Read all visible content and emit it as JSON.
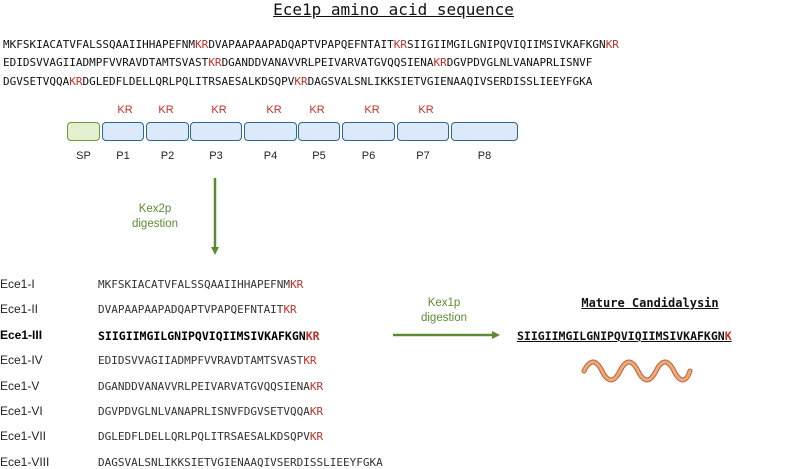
{
  "title": "Ece1p amino acid sequence",
  "sequence_lines": [
    {
      "parts": [
        {
          "t": "MKFSKIACATVFALSSQAAIIHHAPEFNM",
          "k": false
        },
        {
          "t": "KR",
          "k": true
        },
        {
          "t": "DVAPAAPAAPADQAPTVPAPQEFNTAIT",
          "k": false
        },
        {
          "t": "KR",
          "k": true
        },
        {
          "t": "SIIGIIMGILGNIPQVIQIIMSIVKAFKGN",
          "k": false
        },
        {
          "t": "KR",
          "k": true
        }
      ]
    },
    {
      "parts": [
        {
          "t": "EDIDSVVAGIIADMPFVVRAVDTAMTSVAST",
          "k": false
        },
        {
          "t": "KR",
          "k": true
        },
        {
          "t": "DGANDDVANAVVRLPEIVARVATGVQQSIENA",
          "k": false
        },
        {
          "t": "KR",
          "k": true
        },
        {
          "t": "DGVPDVGLNLVANAPRLISNVF",
          "k": false
        }
      ]
    },
    {
      "parts": [
        {
          "t": "DGVSETVQQA",
          "k": false
        },
        {
          "t": "KR",
          "k": true
        },
        {
          "t": "DGLEDFLDELLQRLPQLITRSAESALKDSQPV",
          "k": false
        },
        {
          "t": "KR",
          "k": true
        },
        {
          "t": "DAGSVALSNLIKKSIETVGIENAAQIVSERDISSLIEEYFGKA",
          "k": false
        }
      ]
    }
  ],
  "domain_map": {
    "segments": [
      "SP",
      "P1",
      "P2",
      "P3",
      "P4",
      "P5",
      "P6",
      "P7",
      "P8"
    ],
    "cleavage_label": "KR"
  },
  "enzymes": {
    "kex2": [
      "Kex2p",
      "digestion"
    ],
    "kex1": [
      "Kex1p",
      "digestion"
    ]
  },
  "peptides": [
    {
      "name": "Ece1-I",
      "seq": "MKFSKIACATVFALSSQAAIIHHAPEFNM",
      "kr": "KR",
      "bold": false
    },
    {
      "name": "Ece1-II",
      "seq": "DVAPAAPAAPADQAPTVPAPQEFNTAIT",
      "kr": "KR",
      "bold": false
    },
    {
      "name": "Ece1-III",
      "seq": "SIIGIIMGILGNIPQVIQIIMSIVKAFKGN",
      "kr": "KR",
      "bold": true
    },
    {
      "name": "Ece1-IV",
      "seq": "EDIDSVVAGIIADMPFVVRAVDTAMTSVAST",
      "kr": "KR",
      "bold": false
    },
    {
      "name": "Ece1-V",
      "seq": "DGANDDVANAVVRLPEIVARVATGVQQSIENA",
      "kr": "KR",
      "bold": false
    },
    {
      "name": "Ece1-VI",
      "seq": "DGVPDVGLNLVANAPRLISNVFDGVSETVQQA",
      "kr": "KR",
      "bold": false
    },
    {
      "name": "Ece1-VII",
      "seq": "DGLEDFLDELLQRLPQLITRSAESALKDSQPV",
      "kr": "KR",
      "bold": false
    },
    {
      "name": "Ece1-VIII",
      "seq": "DAGSVALSNLIKKSIETVGIENAAQIVSERDISSLIEEYFGKA",
      "kr": "",
      "bold": false
    }
  ],
  "mature": {
    "title": "Mature Candidalysin",
    "seq": "SIIGIIMGILGNIPQVIQIIMSIVKAFKGN",
    "last": "K"
  },
  "colors": {
    "kr_red": "#c0302a",
    "arrow_green": "#5f8a35",
    "segment_blue_fill": "#dbe9f8",
    "segment_blue_border": "#2a6796",
    "signal_peptide_fill": "#e2f0d0",
    "helix_orange": "#e8956a"
  },
  "icons": [
    "alpha-helix-icon"
  ]
}
